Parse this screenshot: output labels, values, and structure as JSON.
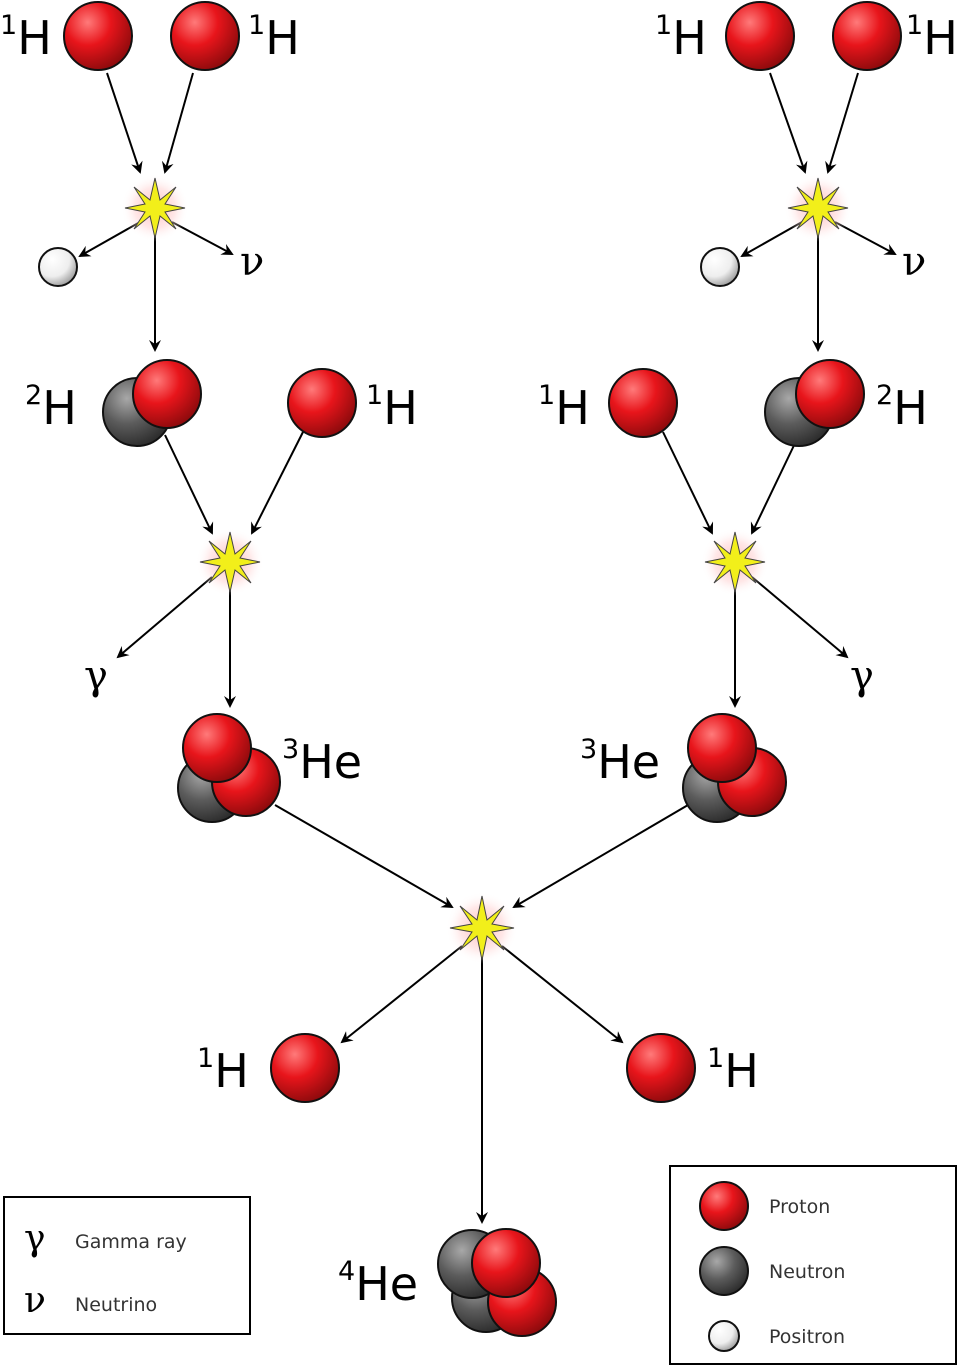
{
  "diagram": {
    "colors": {
      "proton": "#e8151b",
      "neutron": "#5c5c5c",
      "positron": "#f4f4f4",
      "reaction_flash": "#f2ef1a",
      "glow": "#ffb3b3"
    },
    "isotopes": {
      "h1": {
        "mass": "1",
        "symbol": "H"
      },
      "h2": {
        "mass": "2",
        "symbol": "H"
      },
      "he3": {
        "mass": "3",
        "symbol": "He"
      },
      "he4": {
        "mass": "4",
        "symbol": "He"
      }
    },
    "symbols": {
      "gamma": "γ",
      "neutrino": "ν"
    },
    "legend_left": {
      "gamma_symbol": "γ",
      "gamma_label": "Gamma ray",
      "neutrino_symbol": "ν",
      "neutrino_label": "Neutrino"
    },
    "legend_right": {
      "proton_label": "Proton",
      "neutron_label": "Neutron",
      "positron_label": "Positron"
    }
  }
}
